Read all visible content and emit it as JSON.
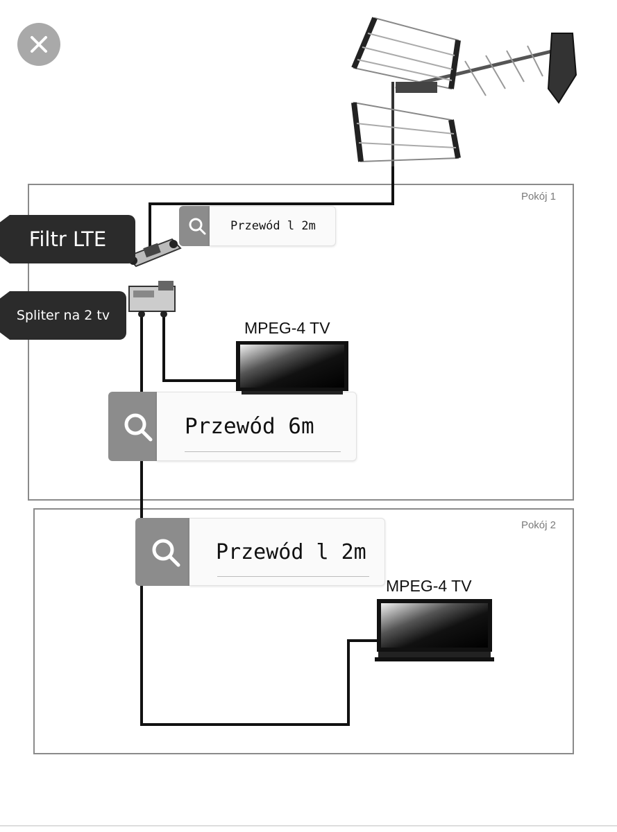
{
  "rooms": [
    {
      "label": "Pokój 1"
    },
    {
      "label": "Pokój 2"
    }
  ],
  "tags": {
    "filter": "Filtr LTE",
    "splitter": "Spliter na 2 tv"
  },
  "cables": [
    {
      "label": "Przewód l 2m"
    },
    {
      "label": "Przewód 6m"
    },
    {
      "label": "Przewód l 2m"
    }
  ],
  "tvs": [
    {
      "title": "MPEG-4 TV"
    },
    {
      "title": "MPEG-4 TV"
    }
  ],
  "icons": {
    "close": "close-icon",
    "search": "search-icon",
    "antenna": "antenna-icon",
    "filter": "lte-filter-icon",
    "splitter": "splitter-icon",
    "tv": "tv-icon"
  },
  "colors": {
    "wire": "#111111",
    "tag_bg": "#2b2b2b",
    "search_icon_bg": "#8c8c8c",
    "room_border": "#8a8a8a"
  }
}
